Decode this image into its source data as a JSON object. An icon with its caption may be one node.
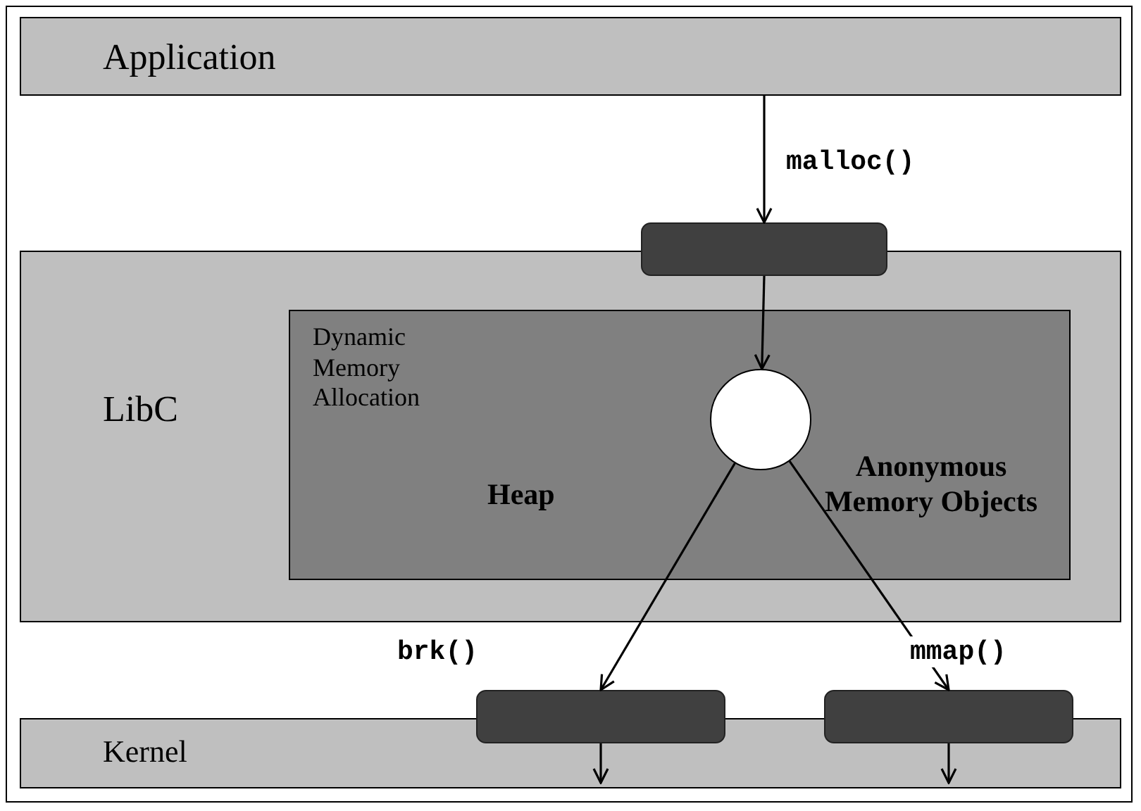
{
  "diagram": {
    "nodes": [
      {
        "text": [
          "Application"
        ]
      },
      {
        "text": [],
        "shape": "bar"
      },
      {
        "text": [
          "LibC"
        ]
      },
      {
        "text": [
          "Dynamic Memory Allocation",
          "Heap",
          "Anonymous Memory Objects"
        ],
        "in": 2
      },
      {
        "text": [],
        "shape": "circle",
        "in": 3
      },
      {
        "text": [],
        "shape": "bar"
      },
      {
        "text": [],
        "shape": "bar"
      },
      {
        "text": [
          "Kernel"
        ]
      }
    ],
    "edges": [
      {
        "from": 0,
        "to": 1,
        "arrow": "to",
        "label": "malloc()"
      },
      {
        "from": 1,
        "to": 4,
        "arrow": "to"
      },
      {
        "from": 4,
        "to": 5,
        "arrow": "to",
        "label": "brk()"
      },
      {
        "from": 4,
        "to": 6,
        "arrow": "to",
        "label": "mmap()"
      },
      {
        "from": 5,
        "to": 7,
        "arrow": "to"
      },
      {
        "from": 6,
        "to": 7,
        "arrow": "to"
      }
    ]
  }
}
